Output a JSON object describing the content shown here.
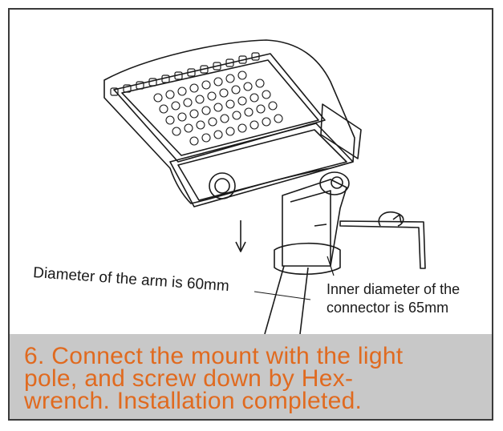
{
  "labels": {
    "arm_diameter": "Diameter of the arm is 60mm",
    "connector_line1": "Inner  diameter of the",
    "connector_line2": "connector is 65mm"
  },
  "caption": {
    "line1": "6. Connect the mount with the light",
    "line2": "pole, and screw down by Hex-",
    "line3": "wrench. Installation completed."
  },
  "colors": {
    "caption_text": "#e06a1f",
    "caption_background": "#c8c8c8",
    "line_art": "#1a1a1a"
  },
  "icons": [
    "down-arrow-icon",
    "rotation-arrow-icon"
  ]
}
